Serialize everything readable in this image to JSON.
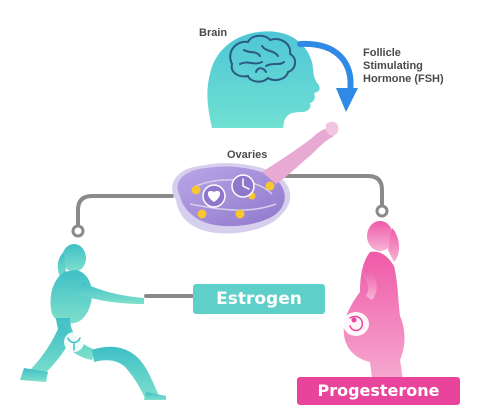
{
  "labels": {
    "brain": "Brain",
    "fsh": [
      "Follicle",
      "Stimulating",
      "Hormone (FSH)"
    ],
    "ovaries": "Ovaries"
  },
  "hormones": {
    "estrogen": "Estrogen",
    "progesterone": "Progesterone"
  },
  "colors": {
    "teal": "#5fcfc9",
    "pink": "#e9449c",
    "blue_arrow": "#2f8ae6",
    "ovary_purple": "#a48fd6",
    "follicle_yellow": "#f8c630",
    "connector_gray": "#8a8a8a"
  },
  "icons": [
    "brain-icon",
    "arrow-icon",
    "ovary-icon",
    "heart-icon",
    "clock-icon",
    "uterus-icon",
    "fetus-icon"
  ]
}
